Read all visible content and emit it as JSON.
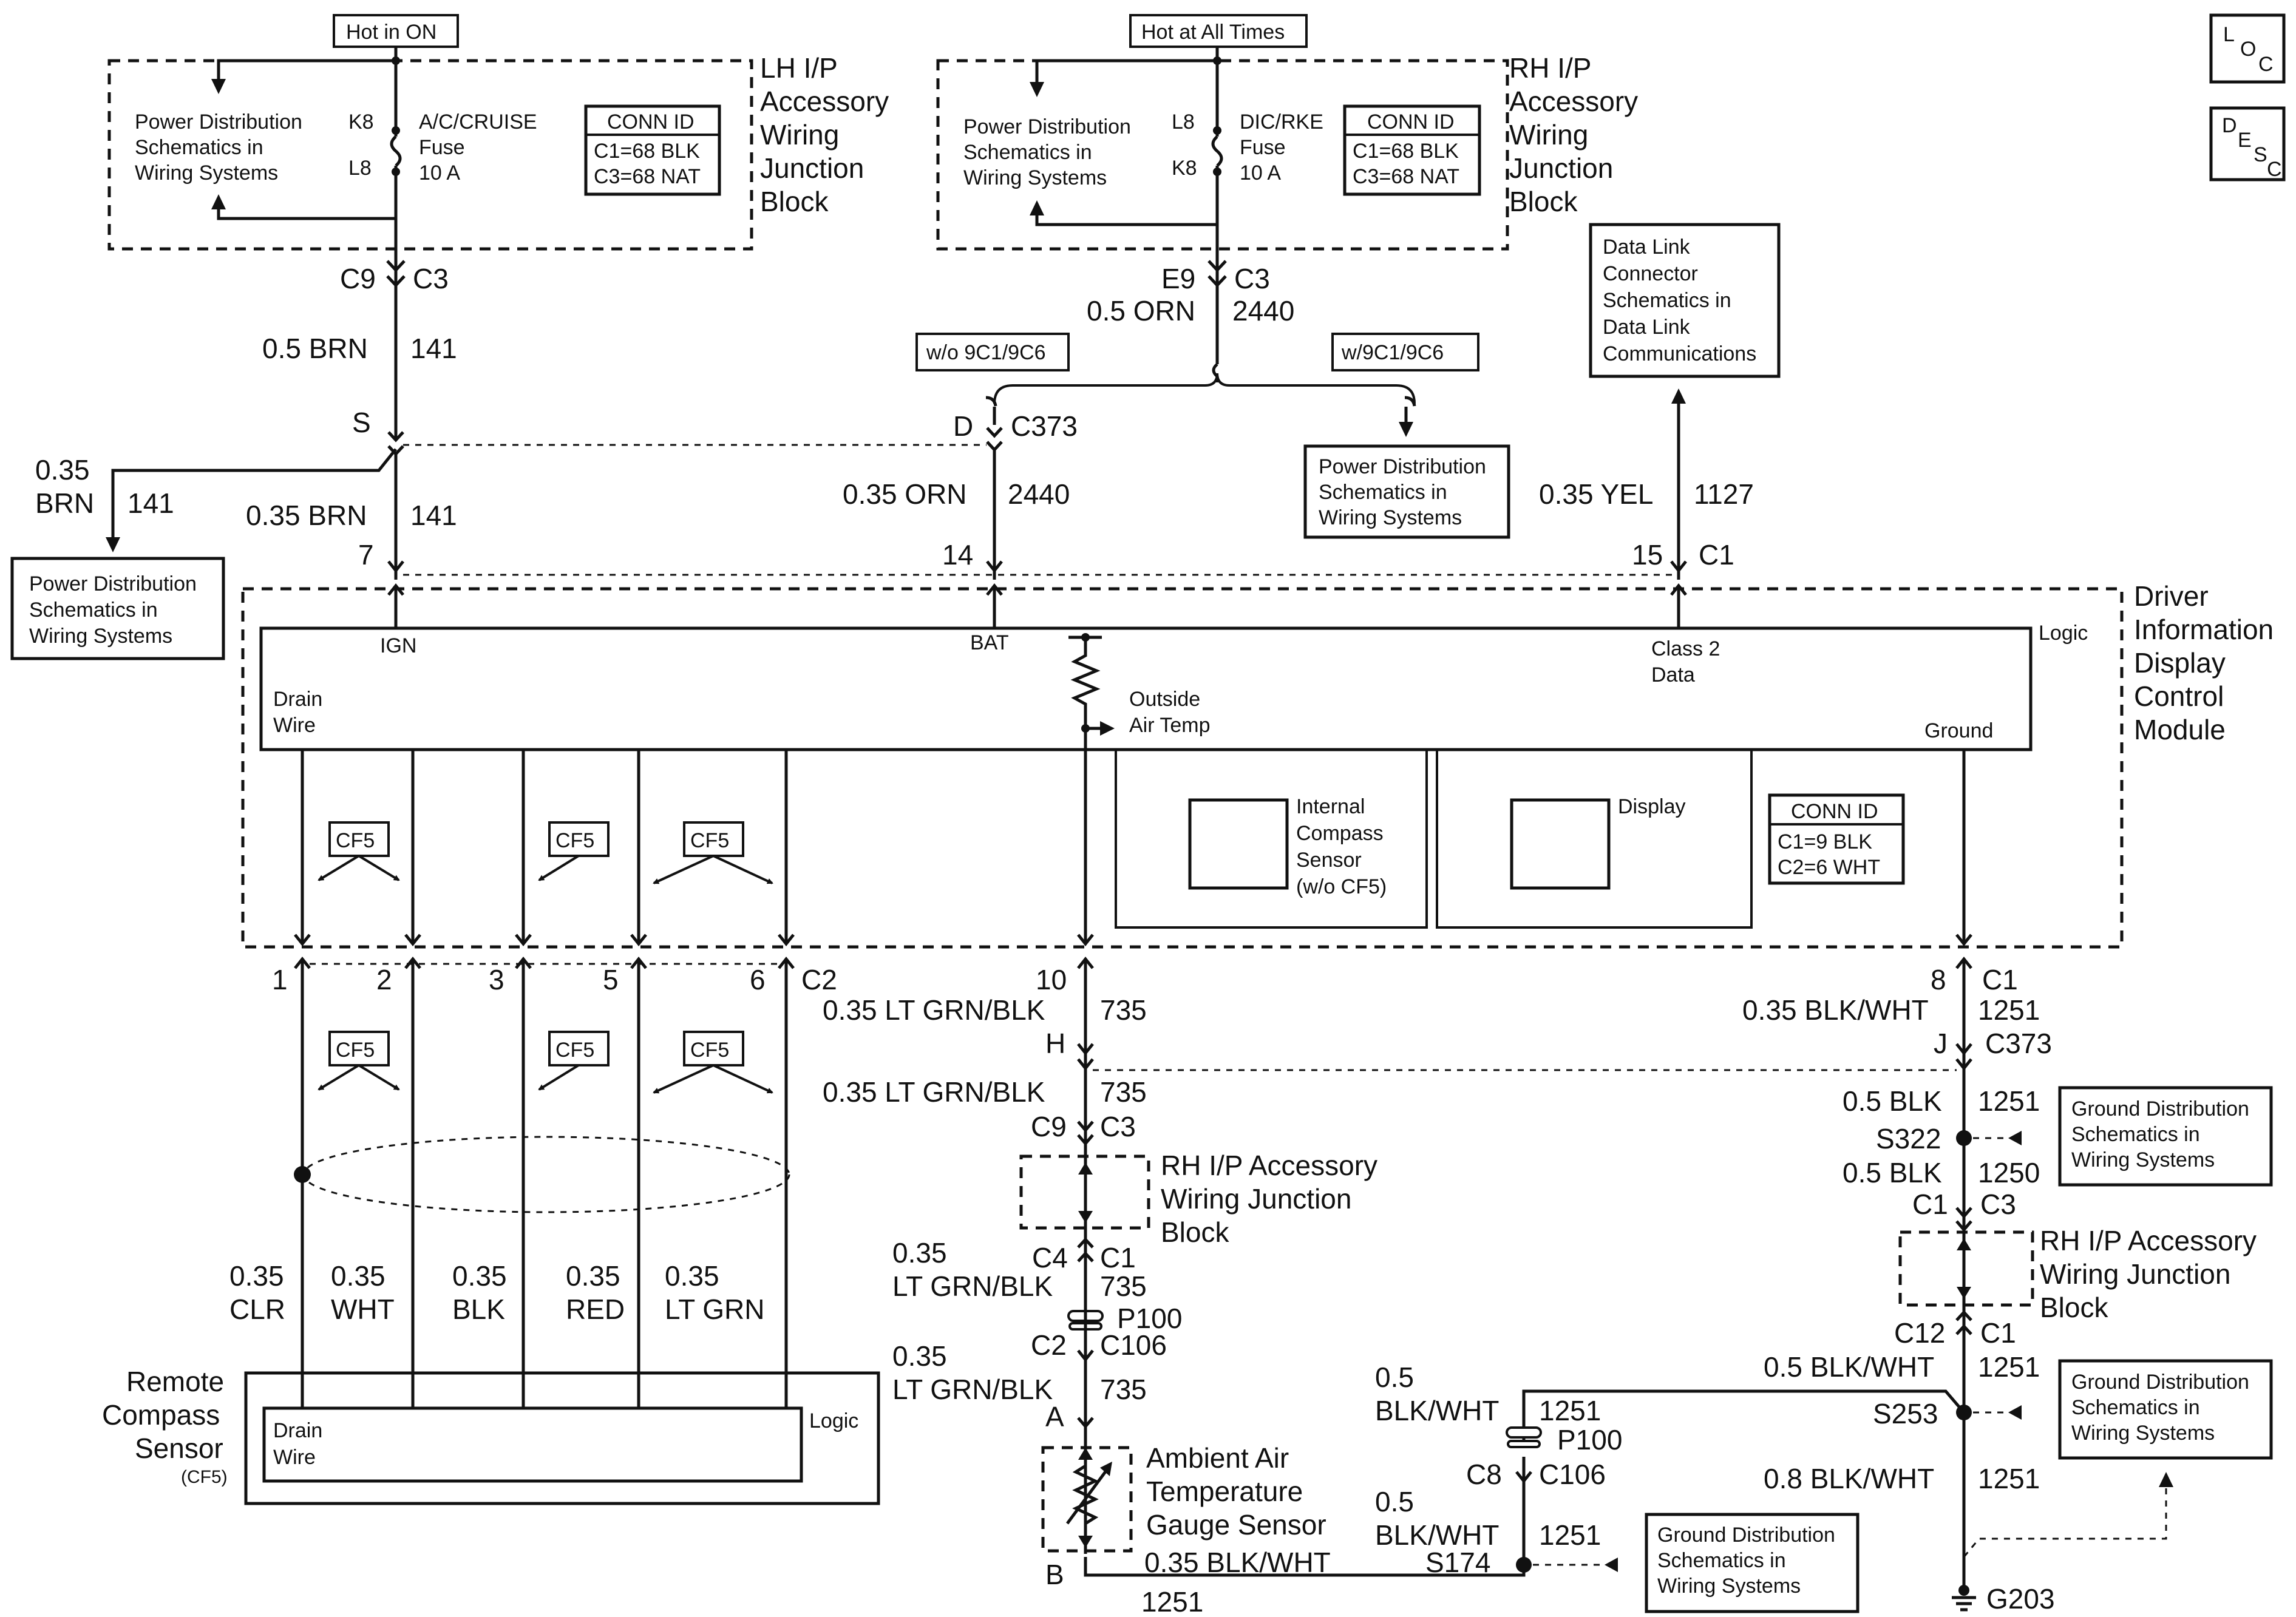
{
  "lh_block": {
    "power_label": "Hot in ON",
    "title": [
      "LH I/P",
      "Accessory",
      "Wiring",
      "Junction",
      "Block"
    ],
    "ref": [
      "Power Distribution",
      "Schematics in",
      "Wiring Systems"
    ],
    "pin_top": "K8",
    "pin_bottom": "L8",
    "fuse": [
      "A/C/CRUISE",
      "Fuse",
      "10 A"
    ],
    "conn_id": {
      "title": "CONN ID",
      "lines": [
        "C1=68 BLK",
        "C3=68 NAT"
      ]
    }
  },
  "rh_block": {
    "power_label": "Hot at All Times",
    "title": [
      "RH I/P",
      "Accessory",
      "Wiring",
      "Junction",
      "Block"
    ],
    "ref": [
      "Power Distribution",
      "Schematics in",
      "Wiring Systems"
    ],
    "pin_top": "L8",
    "pin_bottom": "K8",
    "fuse": [
      "DIC/RKE",
      "Fuse",
      "10 A"
    ],
    "conn_id": {
      "title": "CONN ID",
      "lines": [
        "C1=68 BLK",
        "C3=68 NAT"
      ]
    }
  },
  "badges": {
    "loc": [
      "L",
      "O",
      "C"
    ],
    "desc": [
      "D",
      "E",
      "S",
      "C"
    ]
  },
  "ign_circuit": {
    "conn_pin": "C9",
    "conn": "C3",
    "wire": "0.5 BRN",
    "circuit": "141",
    "splice": "S",
    "branch_wire": [
      "0.35",
      "BRN"
    ],
    "branch_circuit": "141",
    "branch_ref": [
      "Power Distribution",
      "Schematics in",
      "Wiring Systems"
    ],
    "lower_wire": "0.35 BRN",
    "lower_circuit": "141",
    "module_pin": "7"
  },
  "bat_circuit": {
    "conn_pin": "E9",
    "conn": "C3",
    "wire": "0.5 ORN",
    "circuit": "2440",
    "option_left": "w/o 9C1/9C6",
    "option_right": "w/9C1/9C6",
    "c373_pin": "D",
    "c373": "C373",
    "right_ref": [
      "Power Distribution",
      "Schematics in",
      "Wiring Systems"
    ],
    "lower_wire": "0.35 ORN",
    "lower_circuit": "2440",
    "module_pin": "14"
  },
  "data_circuit": {
    "ref": [
      "Data Link",
      "Connector",
      "Schematics in",
      "Data Link",
      "Communications"
    ],
    "wire": "0.35 YEL",
    "circuit": "1127",
    "module_pin": "15",
    "conn": "C1"
  },
  "dic_module": {
    "title": [
      "Driver",
      "Information",
      "Display",
      "Control",
      "Module"
    ],
    "logic": "Logic",
    "ign": "IGN",
    "bat": "BAT",
    "class2": [
      "Class 2",
      "Data"
    ],
    "drain": [
      "Drain",
      "Wire"
    ],
    "outside_air": [
      "Outside",
      "Air Temp"
    ],
    "ground": "Ground",
    "compass": [
      "Internal",
      "Compass",
      "Sensor",
      "(w/o CF5)"
    ],
    "display": "Display",
    "conn_id": {
      "title": "CONN ID",
      "lines": [
        "C1=9 BLK",
        "C2=6 WHT"
      ]
    },
    "option_tag": "CF5"
  },
  "c2_pins": [
    "1",
    "2",
    "3",
    "5",
    "6"
  ],
  "c2_label": "C2",
  "compass_wires": {
    "sizes": [
      "0.35",
      "0.35",
      "0.35",
      "0.35",
      "0.35"
    ],
    "colors": [
      "CLR",
      "WHT",
      "BLK",
      "RED",
      "LT GRN"
    ]
  },
  "remote_compass": {
    "title": [
      "Remote",
      "Compass",
      "Sensor"
    ],
    "tag": "(CF5)",
    "drain": [
      "Drain",
      "Wire"
    ],
    "logic": "Logic"
  },
  "temp_circuit": {
    "module_pin": "10",
    "wire": "0.35 LT GRN/BLK",
    "circuit": "735",
    "c373_pin": "H",
    "wire2": "0.35 LT GRN/BLK",
    "circuit2": "735",
    "c3_pin": "C9",
    "c3": "C3",
    "jb_title": [
      "RH I/P Accessory",
      "Wiring Junction",
      "Block"
    ],
    "c1_pin": "C4",
    "c1": "C1",
    "wire3": [
      "0.35",
      "LT GRN/BLK"
    ],
    "circuit3": "735",
    "p100": "P100",
    "c106_pin": "C2",
    "c106": "C106",
    "wire4": [
      "0.35",
      "LT GRN/BLK"
    ],
    "circuit4": "735",
    "sensor_pin_a": "A",
    "sensor": [
      "Ambient Air",
      "Temperature",
      "Gauge Sensor"
    ],
    "sensor_pin_b": "B",
    "return_wire": "0.35 BLK/WHT",
    "return_circuit": "1251"
  },
  "ground_circuit": {
    "module_pin": "8",
    "conn": "C1",
    "wire": "0.35 BLK/WHT",
    "circuit": "1251",
    "c373_pin": "J",
    "c373": "C373",
    "wire2": "0.5 BLK",
    "circuit2": "1251",
    "s322": "S322",
    "s322_ref": [
      "Ground Distribution",
      "Schematics in",
      "Wiring Systems"
    ],
    "wire3": "0.5 BLK",
    "circuit3": "1250",
    "c1_pin": "C1",
    "c3": "C3",
    "jb_title": [
      "RH I/P Accessory",
      "Wiring Junction",
      "Block"
    ],
    "c12_pin": "C12",
    "c1b": "C1",
    "wire4": "0.5 BLK/WHT",
    "circuit4": "1251",
    "s253": "S253",
    "s253_ref": [
      "Ground Distribution",
      "Schematics in",
      "Wiring Systems"
    ],
    "wire5": "0.8 BLK/WHT",
    "circuit5": "1251",
    "ground": "G203",
    "branch_wire": [
      "0.5",
      "BLK/WHT"
    ],
    "branch_circuit": "1251",
    "p100": "P100",
    "c106_pin": "C8",
    "c106": "C106",
    "branch_wire2": [
      "0.5",
      "BLK/WHT"
    ],
    "branch_circuit2": "1251",
    "s174": "S174",
    "s174_ref": [
      "Ground Distribution",
      "Schematics in",
      "Wiring Systems"
    ]
  }
}
